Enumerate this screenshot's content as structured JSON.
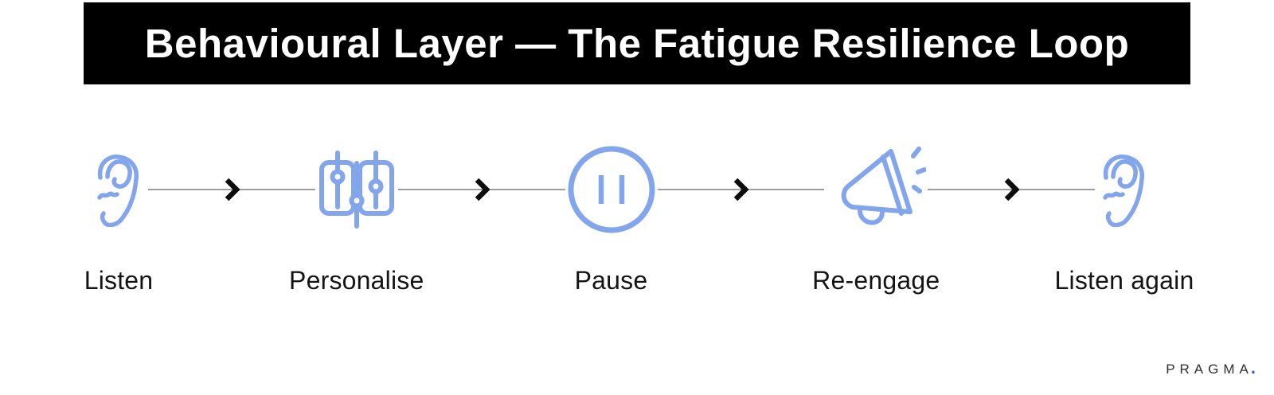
{
  "header": {
    "title": "Behavioural Layer — The Fatigue Resilience Loop"
  },
  "flow": {
    "steps": [
      {
        "label": "Listen",
        "icon": "ear-icon"
      },
      {
        "label": "Personalise",
        "icon": "sliders-icon"
      },
      {
        "label": "Pause",
        "icon": "pause-circle-icon"
      },
      {
        "label": "Re-engage",
        "icon": "megaphone-icon"
      },
      {
        "label": "Listen again",
        "icon": "ear-icon"
      }
    ],
    "connector_count": 4
  },
  "brand": {
    "name": "PRAGMA",
    "dot": "."
  },
  "colors": {
    "background": "#FFFFFF",
    "header_bg": "#000000",
    "header_text": "#FFFFFF",
    "icon_blue": "#82A5EB",
    "connector_line": "#9E9E9E",
    "chevron": "#0D0D0D",
    "label_text": "#141414",
    "brand_text": "#2F2F2F",
    "brand_dot": "#2F62F2"
  }
}
